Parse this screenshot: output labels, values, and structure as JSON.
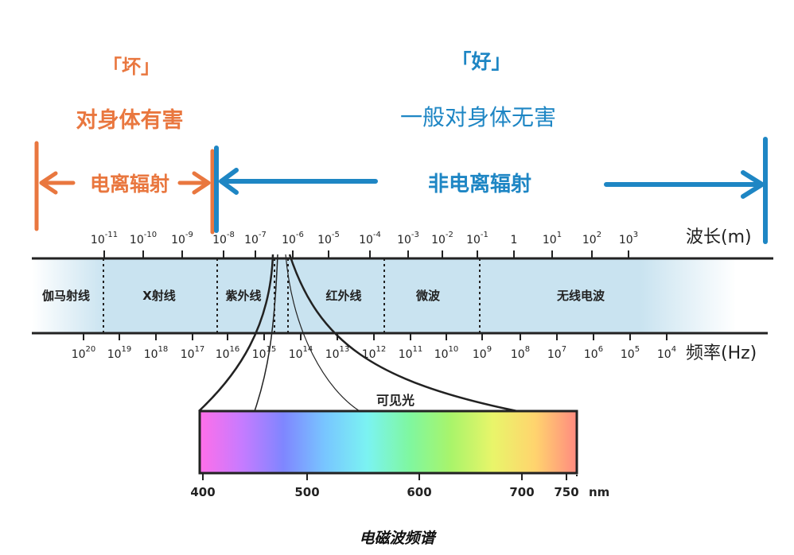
{
  "header": {
    "bad": {
      "label": "「坏」",
      "desc": "对身体有害",
      "type": "电离辐射",
      "color": "#E9773F"
    },
    "good": {
      "label": "「好」",
      "desc": "一般对身体无害",
      "type": "非电离辐射",
      "color": "#1E86C4"
    }
  },
  "wavelength_axis": {
    "title": "波长(m)",
    "ticks": [
      {
        "base": "10",
        "exp": "-11"
      },
      {
        "base": "10",
        "exp": "-10"
      },
      {
        "base": "10",
        "exp": "-9"
      },
      {
        "base": "10",
        "exp": "-8"
      },
      {
        "base": "10",
        "exp": "-7"
      },
      {
        "base": "10",
        "exp": "-6"
      },
      {
        "base": "10",
        "exp": "-5"
      },
      {
        "base": "10",
        "exp": "-4"
      },
      {
        "base": "10",
        "exp": "-3"
      },
      {
        "base": "10",
        "exp": "-2"
      },
      {
        "base": "10",
        "exp": "-1"
      },
      {
        "base": "1",
        "exp": ""
      },
      {
        "base": "10",
        "exp": "1"
      },
      {
        "base": "10",
        "exp": "2"
      },
      {
        "base": "10",
        "exp": "3"
      }
    ]
  },
  "frequency_axis": {
    "title": "频率(Hz)",
    "ticks": [
      {
        "base": "10",
        "exp": "20"
      },
      {
        "base": "10",
        "exp": "19"
      },
      {
        "base": "10",
        "exp": "18"
      },
      {
        "base": "10",
        "exp": "17"
      },
      {
        "base": "10",
        "exp": "16"
      },
      {
        "base": "10",
        "exp": "15"
      },
      {
        "base": "10",
        "exp": "14"
      },
      {
        "base": "10",
        "exp": "13"
      },
      {
        "base": "10",
        "exp": "12"
      },
      {
        "base": "10",
        "exp": "11"
      },
      {
        "base": "10",
        "exp": "10"
      },
      {
        "base": "10",
        "exp": "9"
      },
      {
        "base": "10",
        "exp": "8"
      },
      {
        "base": "10",
        "exp": "7"
      },
      {
        "base": "10",
        "exp": "6"
      },
      {
        "base": "10",
        "exp": "5"
      },
      {
        "base": "10",
        "exp": "4"
      }
    ]
  },
  "bands": [
    "伽马射线",
    "X射线",
    "紫外线",
    "红外线",
    "微波",
    "无线电波"
  ],
  "visible": {
    "label": "可见光",
    "ticks": [
      "400",
      "500",
      "600",
      "700",
      "750"
    ],
    "unit": "nm",
    "gradient": [
      "#FF6FE9",
      "#C77BFF",
      "#7F86FF",
      "#78C6FF",
      "#7BF3F2",
      "#7FF7A0",
      "#A9F46A",
      "#E9F56A",
      "#FFD46E",
      "#FF8A80"
    ]
  },
  "caption": "电磁波频谱",
  "colors": {
    "band": "#C9E3F0",
    "line": "#222222"
  }
}
